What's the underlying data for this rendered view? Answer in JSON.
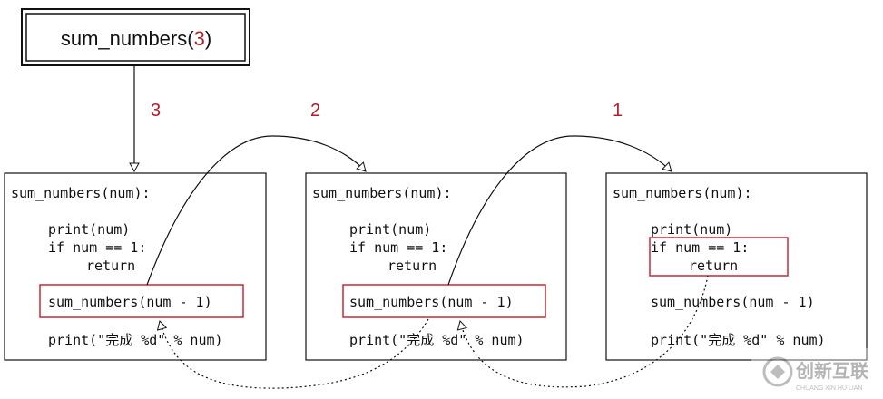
{
  "call_box": {
    "prefix": "sum_numbers(",
    "arg": "3",
    "suffix": ")"
  },
  "arg_labels": [
    "3",
    "2",
    "1"
  ],
  "frames": [
    {
      "lines": {
        "def": "sum_numbers(num):",
        "print_num": "print(num)",
        "if": "if num == 1:",
        "return": "return",
        "call": "sum_numbers(num - 1)",
        "print_done": "print(\"完成 %d\" % num)"
      }
    },
    {
      "lines": {
        "def": "sum_numbers(num):",
        "print_num": "print(num)",
        "if": "if num == 1:",
        "return": "return",
        "call": "sum_numbers(num - 1)",
        "print_done": "print(\"完成 %d\" % num)"
      }
    },
    {
      "lines": {
        "def": "sum_numbers(num):",
        "print_num": "print(num)",
        "if": "if num == 1:",
        "return": "return",
        "call": "sum_numbers(num - 1)",
        "print_done": "print(\"完成 %d\" % num)"
      }
    }
  ],
  "watermark": {
    "text": "创新互联",
    "subtext": "CHUANG XIN HU LIAN"
  },
  "colors": {
    "accent": "#b0202a",
    "line": "#111111",
    "highlight_box": "#c62a34"
  }
}
